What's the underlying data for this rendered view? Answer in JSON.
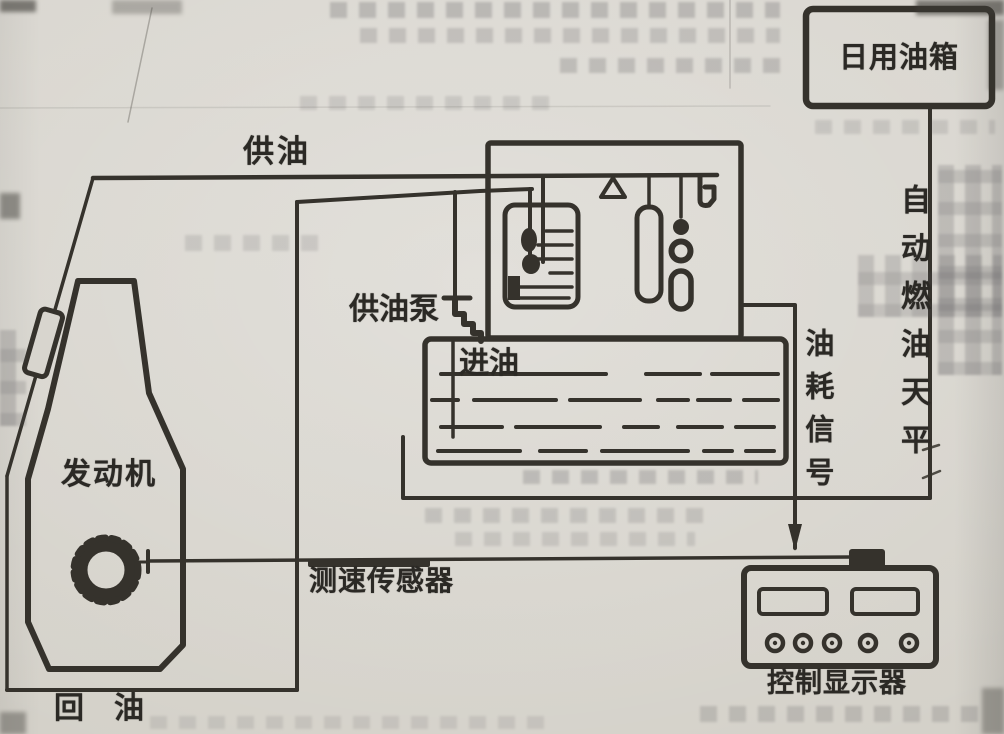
{
  "labels": {
    "daily_tank": "日用油箱",
    "supply": "供油",
    "supply_pump": "供油泵",
    "inlet": "进油",
    "engine": "发动机",
    "auto_fuel_balance": "自动燃油天平",
    "fuel_consumption_signal": "油耗信号",
    "speed_sensor": "测速传感器",
    "control_display": "控制显示器",
    "oil_return": "回　油"
  },
  "colors": {
    "ink": "#34312c",
    "paper": "#d8d5ce"
  }
}
